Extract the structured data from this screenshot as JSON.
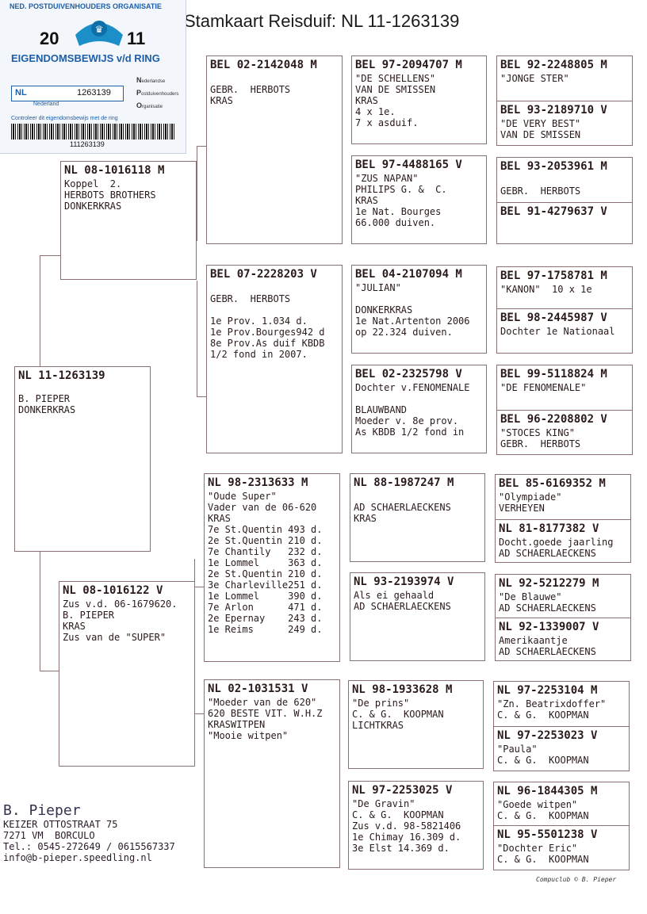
{
  "title": "Stamkaart Reisduif: NL  11-1263139",
  "card": {
    "org": "NED. POSTDUIVENHOUDERS ORGANISATIE",
    "year_left": "20",
    "year_right": "11",
    "eigendomsbewijs": "EIGENDOMSBEWIJS v/d RING",
    "country": "NL",
    "ring": "1263139",
    "sub": "Nederland",
    "npo_n": "N",
    "npo_n_text": "ederlandse",
    "npo_p": "P",
    "npo_p_text": "ostduivenhouders",
    "npo_o": "O",
    "npo_o_text": "rganisatie",
    "control": "Controleer dit eigendomsbewijs met de ring",
    "barcode_number": "111263139"
  },
  "pedigree": {
    "subject": {
      "ring": "NL  11-1263139",
      "lines": "B. PIEPER\nDONKERKRAS"
    },
    "father": {
      "ring": "NL  08-1016118 M",
      "lines": "Koppel  2.\nHERBOTS BROTHERS\nDONKERKRAS"
    },
    "mother": {
      "ring": "NL  08-1016122 V",
      "lines": "Zus v.d. 06-1679620.\nB. PIEPER\nKRAS\nZus van de \"SUPER\""
    },
    "ff": {
      "ring": "BEL  02-2142048 M",
      "lines": "\nGEBR.  HERBOTS\nKRAS"
    },
    "fm": {
      "ring": "BEL  07-2228203 V",
      "lines": "\nGEBR.  HERBOTS\n\n1e Prov. 1.034 d.\n1e Prov.Bourges942 d\n8e Prov.As duif KBDB\n1/2 fond in 2007."
    },
    "mf": {
      "ring": "NL  98-2313633 M",
      "lines": "\"Oude Super\"\nVader van de 06-620\nKRAS\n7e St.Quentin 493 d.\n2e St.Quentin 210 d.\n7e Chantily   232 d.\n1e Lommel     363 d.\n2e St.Quentin 210 d.\n3e Charleville251 d.\n1e Lommel     390 d.\n7e Arlon      471 d.\n2e Epernay    243 d.\n1e Reims      249 d."
    },
    "mm": {
      "ring": "NL  02-1031531 V",
      "lines": "\"Moeder van de 620\"\n620 BESTE VIT. W.H.Z\nKRASWITPEN\n\"Mooie witpen\""
    },
    "fff": {
      "ring": "BEL  97-2094707 M",
      "lines": "\"DE SCHELLENS\"\nVAN DE SMISSEN\nKRAS\n4 x 1e.\n7 x asduif."
    },
    "ffm": {
      "ring": "BEL  97-4488165 V",
      "lines": "\"ZUS NAPAN\"\nPHILIPS G. &  C.\nKRAS\n1e Nat. Bourges\n66.000 duiven."
    },
    "fmf": {
      "ring": "BEL  04-2107094 M",
      "lines": "\"JULIAN\"\n\nDONKERKRAS\n1e Nat.Artenton 2006\nop 22.324 duiven."
    },
    "fmm": {
      "ring": "BEL  02-2325798 V",
      "lines": "Dochter v.FENOMENALE\n\nBLAUWBAND\nMoeder v. 8e prov.\nAs KBDB 1/2 fond in"
    },
    "mff": {
      "ring": "NL  88-1987247 M",
      "lines": "\nAD SCHAERLAECKENS\nKRAS"
    },
    "mfm": {
      "ring": "NL  93-2193974 V",
      "lines": "Als ei gehaald\nAD SCHAERLAECKENS"
    },
    "mmf": {
      "ring": "NL  98-1933628 M",
      "lines": "\"De prins\"\nC. & G.  KOOPMAN\nLICHTKRAS"
    },
    "mmm": {
      "ring": "NL  97-2253025 V",
      "lines": "\"De Gravin\"\nC. & G.  KOOPMAN\nZus v.d. 98-5821406\n1e Chimay 16.309 d.\n3e Elst 14.369 d."
    },
    "g1a": {
      "ring": "BEL  92-2248805 M",
      "lines": "\"JONGE STER\""
    },
    "g1b": {
      "ring": "BEL  93-2189710 V",
      "lines": "\"DE VERY BEST\"\nVAN DE SMISSEN"
    },
    "g2a": {
      "ring": "BEL  93-2053961 M",
      "lines": "\nGEBR.  HERBOTS"
    },
    "g2b": {
      "ring": "BEL  91-4279637 V",
      "lines": ""
    },
    "g3a": {
      "ring": "BEL  97-1758781 M",
      "lines": "\"KANON\"  10 x 1e"
    },
    "g3b": {
      "ring": "BEL  98-2445987 V",
      "lines": "Dochter 1e Nationaal"
    },
    "g4a": {
      "ring": "BEL  99-5118824 M",
      "lines": "\"DE FENOMENALE\""
    },
    "g4b": {
      "ring": "BEL  96-2208802 V",
      "lines": "\"STOCES KING\"\nGEBR.  HERBOTS"
    },
    "g5a": {
      "ring": "BEL  85-6169352 M",
      "lines": "\"Olympiade\"\nVERHEYEN"
    },
    "g5b": {
      "ring": "NL  81-8177382 V",
      "lines": "Docht.goede jaarling\nAD SCHAERLAECKENS"
    },
    "g6a": {
      "ring": "NL  92-5212279 M",
      "lines": "\"De Blauwe\"\nAD SCHAERLAECKENS"
    },
    "g6b": {
      "ring": "NL  92-1339007 V",
      "lines": "Amerikaantje\nAD SCHAERLAECKENS"
    },
    "g7a": {
      "ring": "NL  97-2253104 M",
      "lines": "\"Zn. Beatrixdoffer\"\nC. & G.  KOOPMAN"
    },
    "g7b": {
      "ring": "NL  97-2253023 V",
      "lines": "\"Paula\"\nC. & G.  KOOPMAN"
    },
    "g8a": {
      "ring": "NL  96-1844305 M",
      "lines": "\"Goede witpen\"\nC. & G.  KOOPMAN"
    },
    "g8b": {
      "ring": "NL  95-5501238 V",
      "lines": "\"Dochter Eric\"\nC. & G.  KOOPMAN"
    }
  },
  "owner": {
    "name": "B. Pieper",
    "address": "KEIZER OTTOSTRAAT 75\n7271 VM  BORCULO\nTel.: 0545-272649 / 0615567337\ninfo@b-pieper.speedling.nl"
  },
  "footer": "Compuclub © B. Pieper",
  "colors": {
    "card_blue": "#1c5fa8",
    "border": "#8a7070"
  }
}
